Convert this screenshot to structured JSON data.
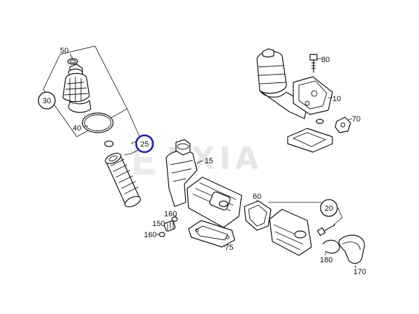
{
  "watermark": "EXIA",
  "highlight_color": "#1f1f9a",
  "callouts": {
    "c30": "30",
    "c25": "25",
    "c20": "20"
  },
  "labels": {
    "l50": "50",
    "l40": "40",
    "l80": "80",
    "l10": "10",
    "l70": "70",
    "l15": "15",
    "l60": "60",
    "l160a": "160",
    "l150": "150",
    "l160b": "160",
    "l75": "75",
    "l180": "180",
    "l170": "170"
  }
}
